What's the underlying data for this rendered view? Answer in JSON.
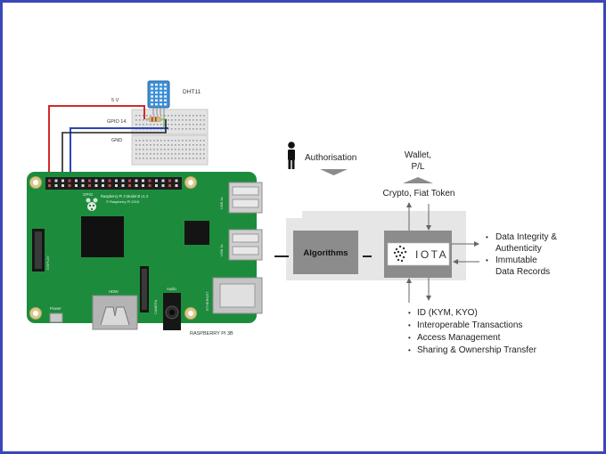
{
  "sensor": {
    "name": "DHT11",
    "wires": {
      "v5": "5 V",
      "gpio": "GPIO 14",
      "gnd": "GND"
    }
  },
  "board": {
    "name": "RASPBERRY PI 3B",
    "model_line1": "Raspberry Pi 3 Model B v1.2",
    "model_line2": "© Raspberry Pi 2015",
    "gpio_label": "GPIO",
    "usb_label_1": "USB 2x",
    "usb_label_2": "USB 2x",
    "ethernet_label": "ETHERNET",
    "hdmi_label": "HDMI",
    "power_label": "Power",
    "audio_label": "Audio",
    "camera_label": "CAMERA",
    "display_label": "DISPLAY"
  },
  "flow": {
    "authorisation": "Authorisation",
    "wallet_line1": "Wallet,",
    "wallet_line2": "P/L",
    "crypto": "Crypto, Fiat Token",
    "algorithms": "Algorithms",
    "iota_logo": "IOTA",
    "right_bullets": [
      "Data Integrity &",
      "Authenticity",
      "Immutable",
      "Data Records"
    ],
    "bottom_bullets": [
      "ID (KYM, KYO)",
      "Interoperable Transactions",
      "Access Management",
      "Sharing & Ownership Transfer"
    ]
  },
  "colors": {
    "frame": "#3b46b8",
    "board_green": "#1c8c3c",
    "wire_red": "#d32a2a",
    "wire_blue": "#2b47b5",
    "wire_black": "#222222",
    "box_gray": "#8c8c8c",
    "panel_gray": "#e6e6e6",
    "sensor_blue": "#3d8fd6"
  },
  "icons": {
    "person": "person-icon",
    "raspberry": "raspberry-logo-icon",
    "iota": "iota-logo-icon"
  }
}
